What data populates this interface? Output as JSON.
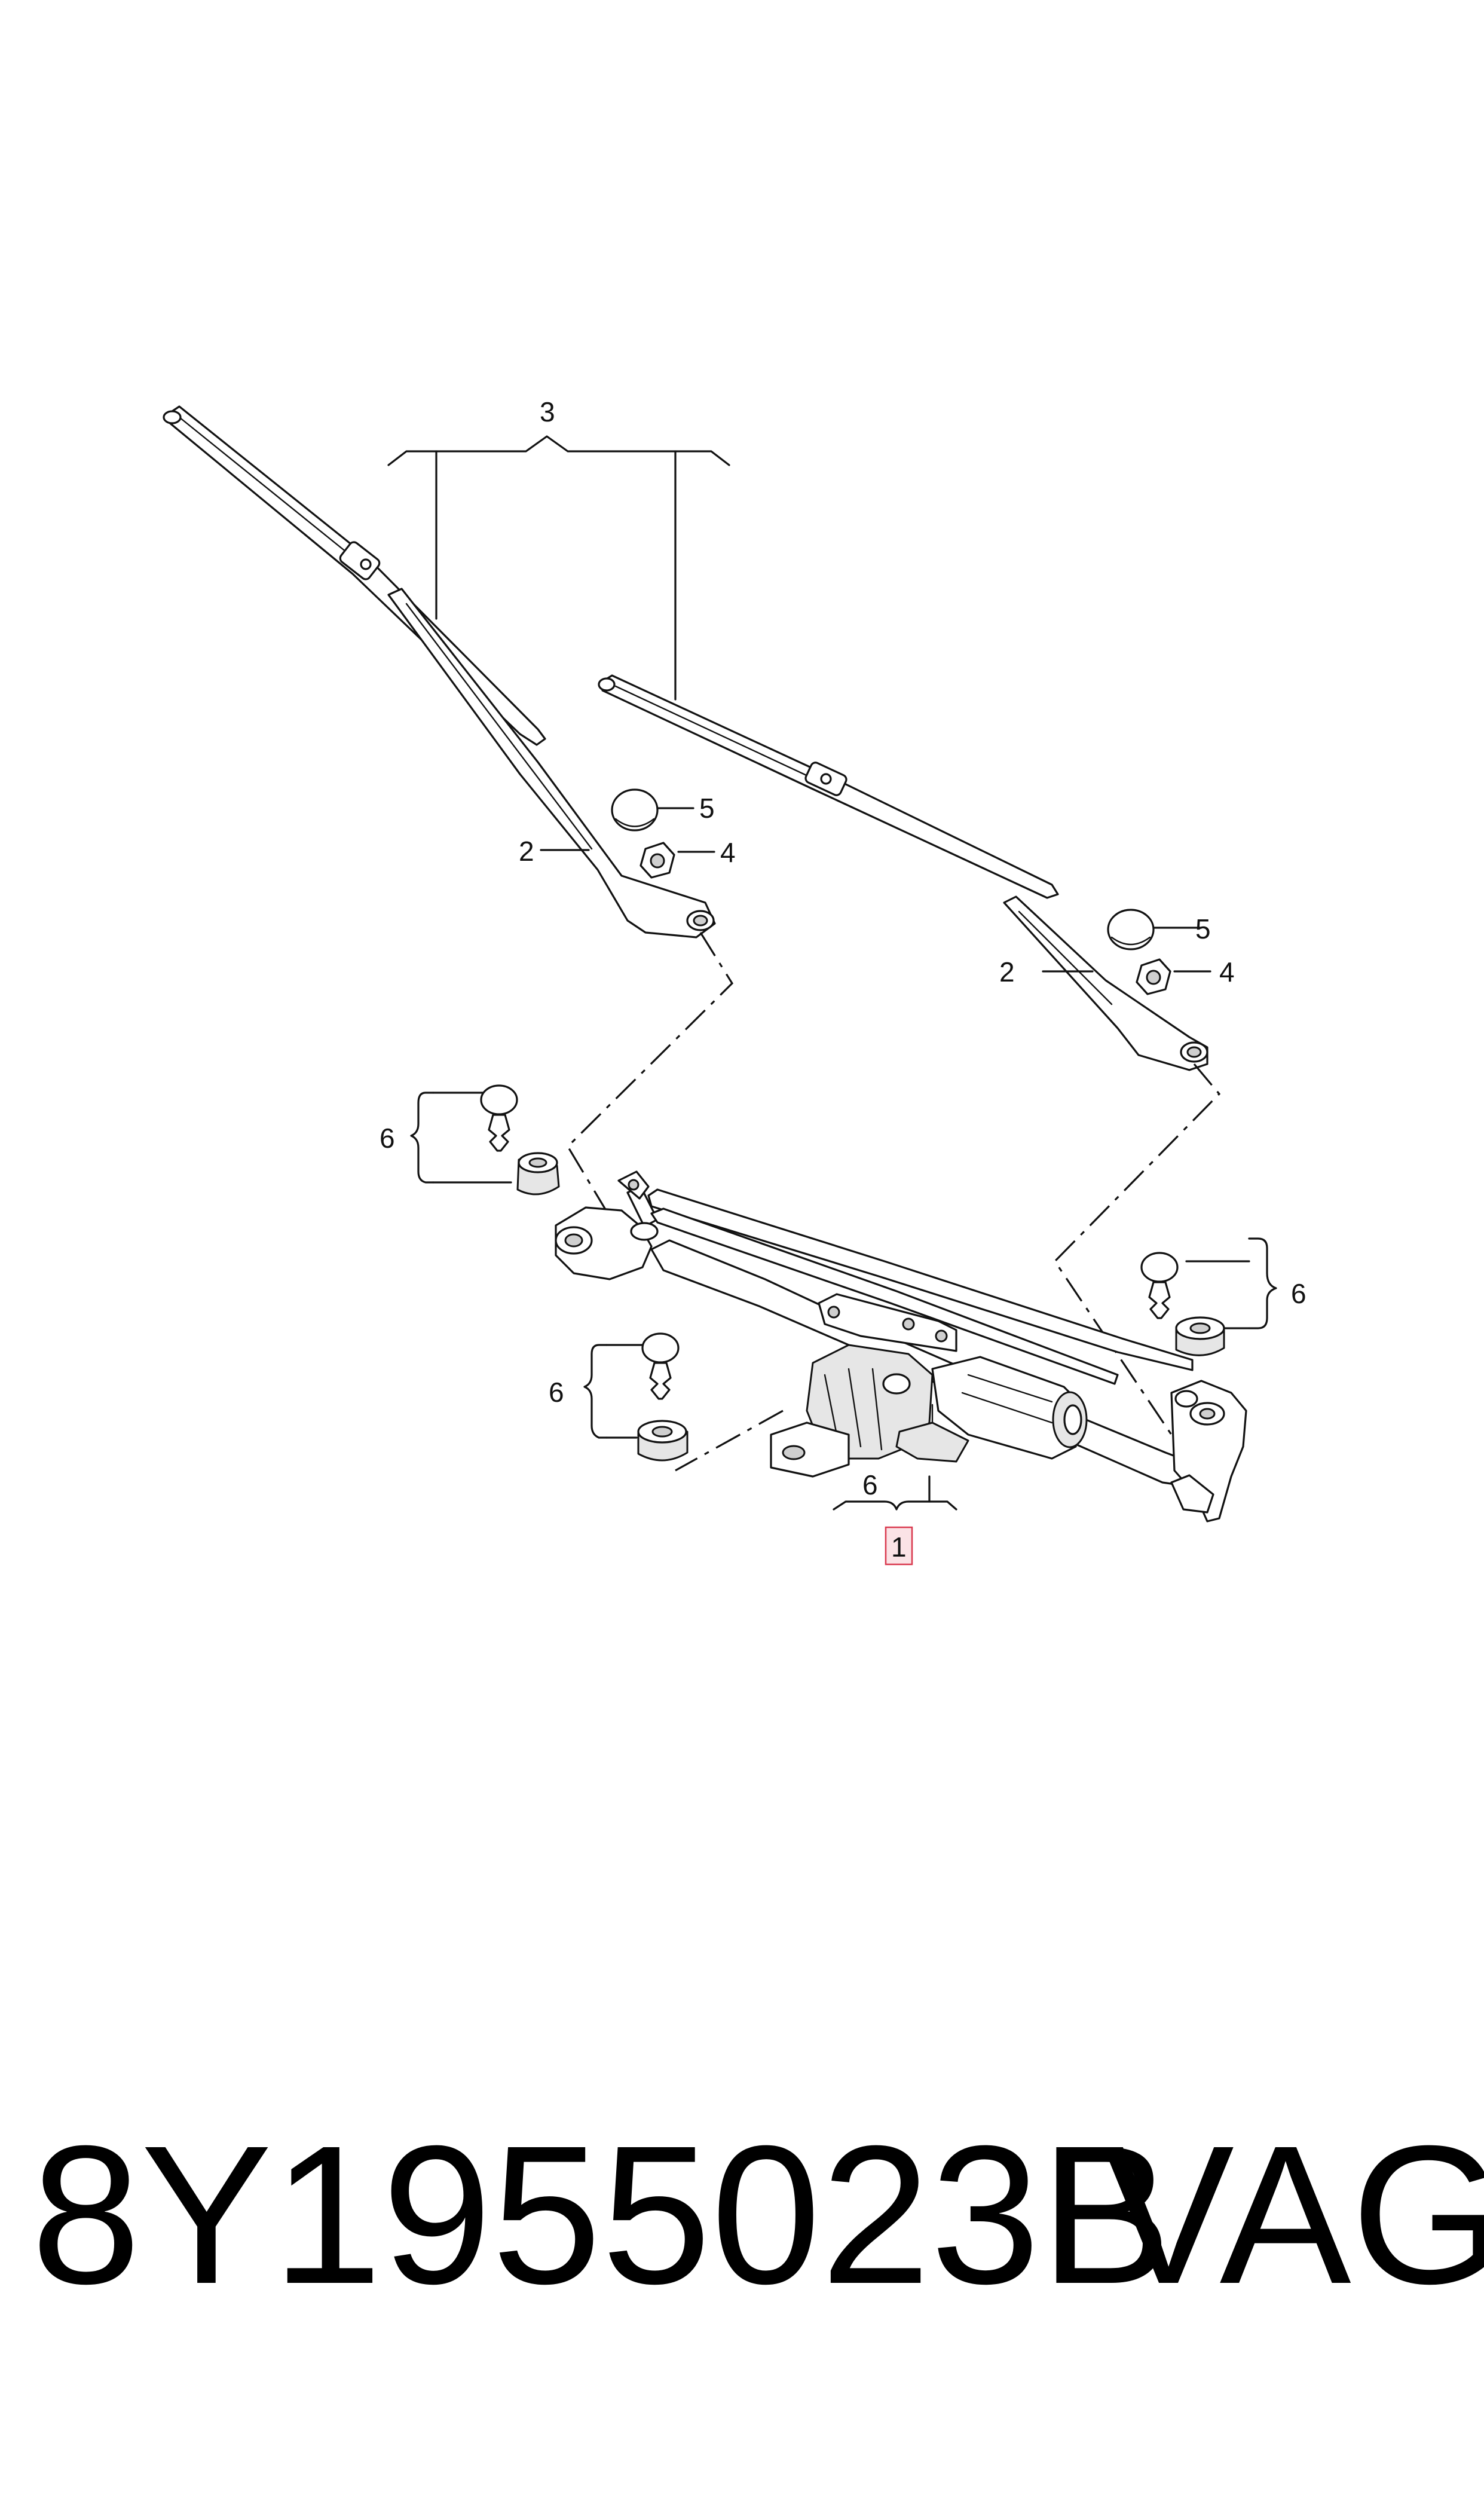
{
  "callouts": {
    "c1": "1",
    "c2_left": "2",
    "c2_right": "2",
    "c3": "3",
    "c4_left": "4",
    "c4_right": "4",
    "c5_left": "5",
    "c5_right": "5",
    "c6_upper_left": "6",
    "c6_lower_left": "6",
    "c6_right": "6",
    "c6_bottom": "6"
  },
  "highlighted_callout": "1",
  "caption": {
    "part_number": "8Y1955023B",
    "brand": "VAG"
  },
  "colors": {
    "highlight_fill": "#fbe3e6",
    "highlight_stroke": "#d9394e"
  }
}
